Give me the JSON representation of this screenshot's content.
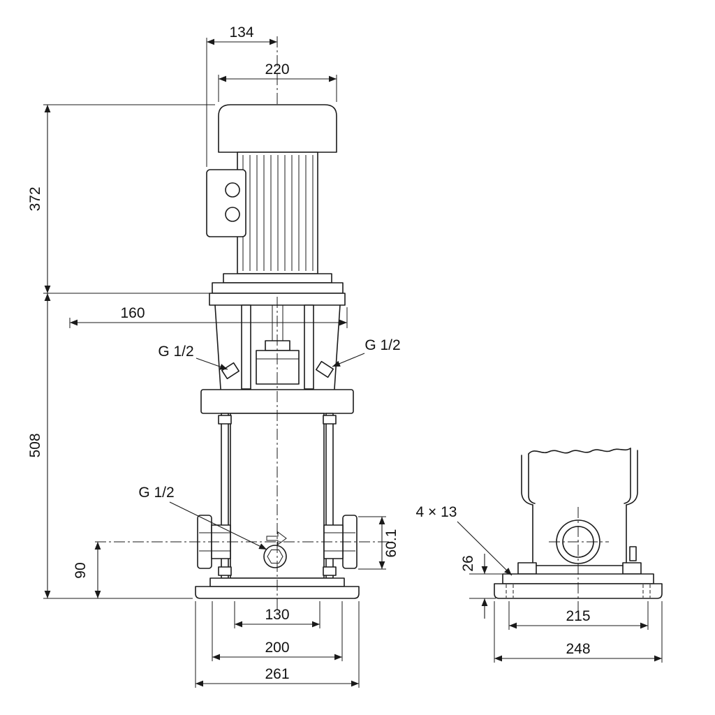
{
  "colors": {
    "background": "#ffffff",
    "line": "#1a1a1a"
  },
  "labels": {
    "dim_134": "134",
    "dim_220": "220",
    "dim_372": "372",
    "dim_160": "160",
    "dim_508": "508",
    "plug_top_left": "G 1/2",
    "plug_top_right": "G 1/2",
    "plug_drain": "G 1/2",
    "dim_90": "90",
    "dim_60_1": "60.1",
    "holes_4x13": "4 × 13",
    "dim_26": "26",
    "dim_130": "130",
    "dim_200": "200",
    "dim_261": "261",
    "dim_215": "215",
    "dim_248": "248"
  }
}
